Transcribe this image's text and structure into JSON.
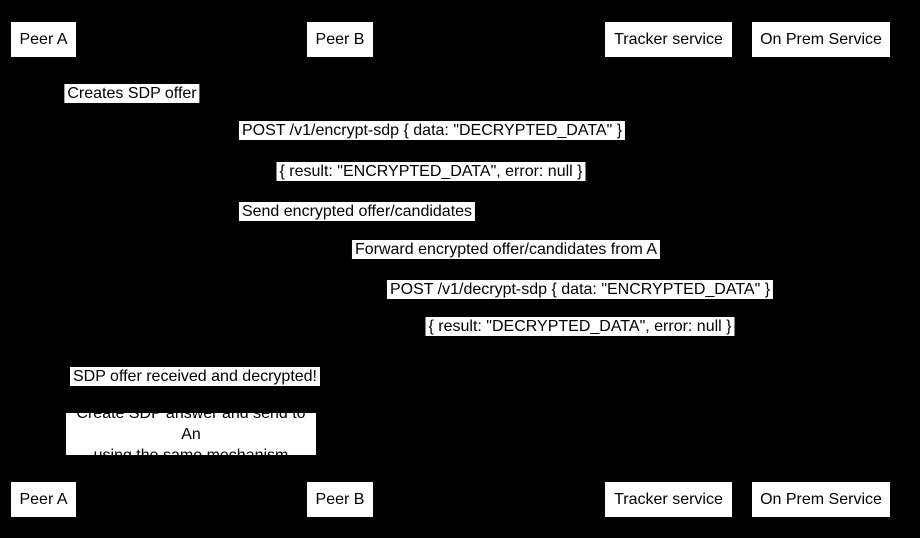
{
  "colors": {
    "background": "#000000",
    "label_background": "#ffffff",
    "text": "#000000"
  },
  "diagram": {
    "type": "sequence-diagram",
    "actors": [
      {
        "label": "Peer A"
      },
      {
        "label": "Peer B"
      },
      {
        "label": "Tracker service"
      },
      {
        "label": "On Prem Service"
      }
    ],
    "messages": [
      {
        "text": "Creates SDP offer"
      },
      {
        "text": "POST /v1/encrypt-sdp { data: \"DECRYPTED_DATA\" }"
      },
      {
        "text": "{ result: \"ENCRYPTED_DATA\", error: null }"
      },
      {
        "text": "Send encrypted offer/candidates"
      },
      {
        "text": "Forward encrypted offer/candidates from A"
      },
      {
        "text": "POST /v1/decrypt-sdp { data: \"ENCRYPTED_DATA\" }"
      },
      {
        "text": "{ result: \"DECRYPTED_DATA\", error: null }"
      },
      {
        "text": "SDP offer received and decrypted!"
      }
    ],
    "note": {
      "lines": [
        "Create SDP answer and send to An",
        "using the same mechanism"
      ]
    }
  }
}
